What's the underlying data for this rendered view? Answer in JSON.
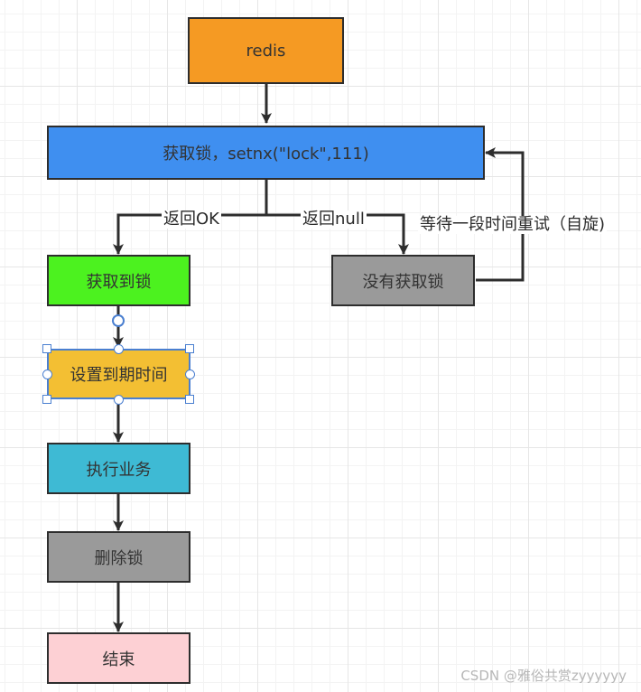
{
  "colors": {
    "redis": "#f59a23",
    "acquire": "#3f8ff0",
    "got_lock": "#4cf21f",
    "no_lock": "#9a9a9a",
    "set_expire": "#f3bf33",
    "execute": "#3ebad4",
    "delete_lock": "#9a9a9a",
    "end": "#fdd0d4",
    "line": "#2d2d2d",
    "selection": "#4a7fd0"
  },
  "nodes": {
    "redis": "redis",
    "acquire": "获取锁，setnx(\"lock\",111)",
    "got_lock": "获取到锁",
    "no_lock": "没有获取锁",
    "set_expire": "设置到期时间",
    "execute": "执行业务",
    "delete_lock": "删除锁",
    "end": "结束"
  },
  "edges": {
    "return_ok": "返回OK",
    "return_null": "返回null",
    "wait_retry": "等待一段时间重试（自旋)"
  },
  "watermark": "CSDN @雅俗共赏zyyyyyy"
}
